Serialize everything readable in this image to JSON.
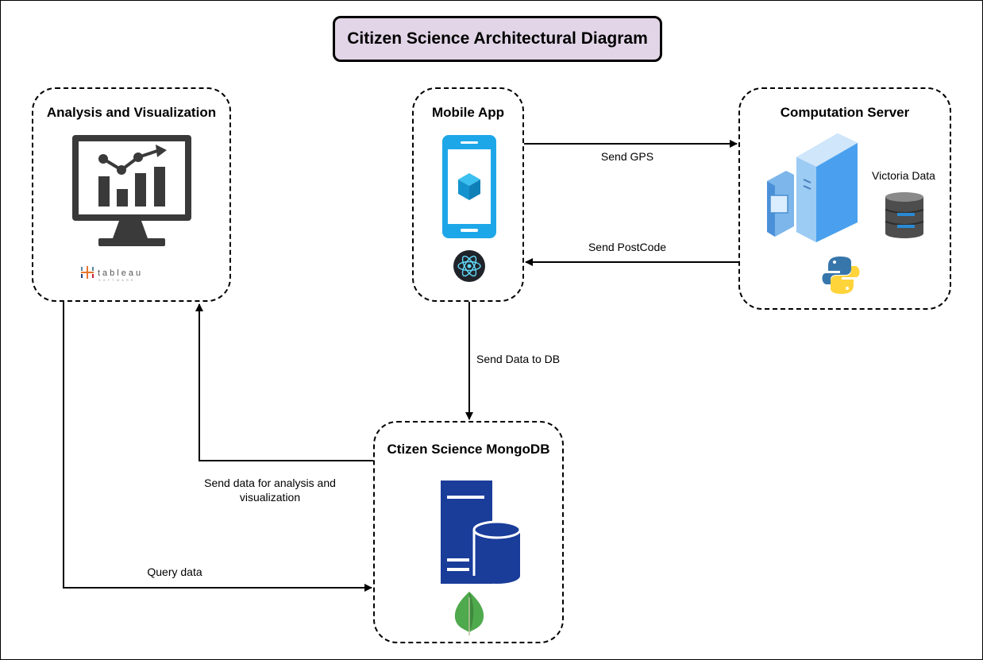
{
  "title": "Citizen Science Architectural Diagram",
  "nodes": {
    "analysis": {
      "title": "Analysis and Visualization",
      "tool": "tableau",
      "tool_sub": "SOFTWARE"
    },
    "mobile": {
      "title": "Mobile App"
    },
    "server": {
      "title": "Computation Server",
      "data_label": "Victoria Data"
    },
    "mongodb": {
      "title": "Ctizen Science MongoDB"
    }
  },
  "edges": {
    "send_gps": "Send GPS",
    "send_postcode": "Send PostCode",
    "send_data_db": "Send Data to DB",
    "send_analysis_1": "Send data for analysis and",
    "send_analysis_2": "visualization",
    "query_data": "Query data"
  },
  "icons": [
    "analytics-monitor-icon",
    "tableau-logo-icon",
    "smartphone-icon",
    "react-logo-icon",
    "server-icon",
    "database-icon",
    "python-logo-icon",
    "db-server-icon",
    "mongodb-leaf-icon"
  ]
}
